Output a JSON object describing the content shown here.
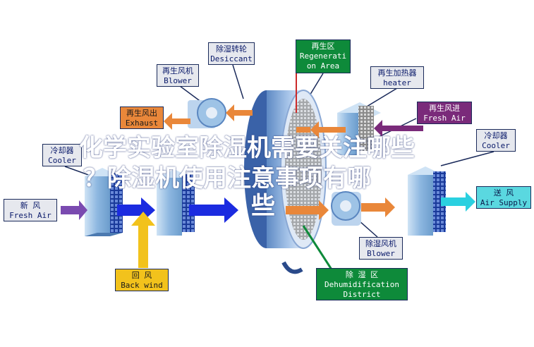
{
  "labels": {
    "desiccant": {
      "cn": "除湿转轮",
      "en": "Desiccant"
    },
    "regeneration_area": {
      "cn": "再生区",
      "en1": "Regenerati",
      "en2": "on Area"
    },
    "regen_blower": {
      "cn": "再生风机",
      "en": "Blower"
    },
    "regen_heater": {
      "cn": "再生加热器",
      "en": "heater"
    },
    "regen_exhaust": {
      "cn": "再生风出",
      "en": "Exhaust"
    },
    "regen_fresh_air": {
      "cn": "再生风进",
      "en": "Fresh Air"
    },
    "cooler_left": {
      "cn": "冷却器",
      "en": "Cooler"
    },
    "cooler_right": {
      "cn": "冷却器",
      "en": "Cooler"
    },
    "fresh_air": {
      "cn": "新    风",
      "en": "Fresh Air"
    },
    "air_supply": {
      "cn": "送    风",
      "en": "Air Supply"
    },
    "back_wind": {
      "cn": "回    风",
      "en": "Back wind"
    },
    "dehum_blower": {
      "cn": "除湿风机",
      "en": "Blower"
    },
    "dehum_district": {
      "cn": "除    湿    区",
      "en1": "Dehumidification",
      "en2": "District"
    }
  },
  "overlay_title": {
    "line1": "化学实验室除湿机需要关注哪些",
    "line2": "？除湿机使用注意事项有哪",
    "line3": "些"
  },
  "colors": {
    "gray_box": "#e6e8ee",
    "orange": "#e9873a",
    "purple": "#7a2a7a",
    "cyan": "#5ad8e0",
    "yellow": "#f2c21c",
    "green": "#0e8a3a",
    "blue_arrow": "#1b2be0",
    "unit_blue": "#9ec3e6"
  }
}
